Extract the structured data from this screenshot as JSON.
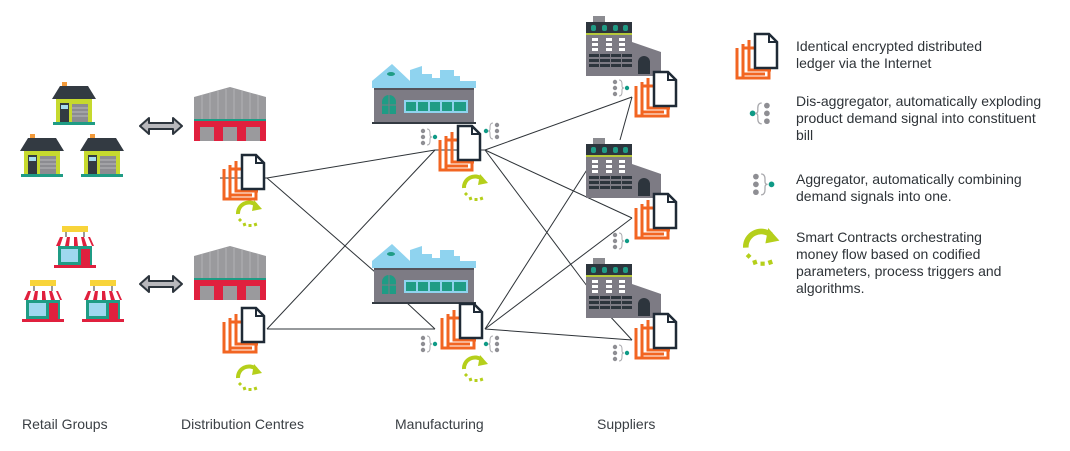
{
  "columns": [
    {
      "label": "Retail Groups"
    },
    {
      "label": "Distribution Centres"
    },
    {
      "label": "Manufacturing"
    },
    {
      "label": "Suppliers"
    }
  ],
  "legend": [
    {
      "icon": "ledger-stack-icon",
      "text": "Identical encrypted distributed ledger via the Internet"
    },
    {
      "icon": "disaggregator-icon",
      "text": "Dis-aggregator, automatically exploding product demand signal into constituent bill"
    },
    {
      "icon": "aggregator-icon",
      "text": "Aggregator, automatically combining demand signals into one."
    },
    {
      "icon": "smart-contract-icon",
      "text": "Smart Contracts orchestrating money flow based on codified parameters, process triggers and algorithms."
    }
  ],
  "nodes": {
    "retail": [
      {
        "name": "house-group",
        "icon": "house-icon",
        "count": 3
      },
      {
        "name": "shop-group",
        "icon": "shop-icon",
        "count": 3
      }
    ],
    "distribution": [
      {
        "name": "warehouse-top",
        "icon": "warehouse-icon"
      },
      {
        "name": "warehouse-bottom",
        "icon": "warehouse-icon"
      }
    ],
    "manufacturing": [
      {
        "name": "factory-top",
        "icon": "factory-icon"
      },
      {
        "name": "factory-bottom",
        "icon": "factory-icon"
      }
    ],
    "suppliers": [
      {
        "name": "supplier-top",
        "icon": "supplier-building-icon"
      },
      {
        "name": "supplier-middle",
        "icon": "supplier-building-icon"
      },
      {
        "name": "supplier-bottom",
        "icon": "supplier-building-icon"
      }
    ]
  },
  "colors": {
    "ledger_orange": "#f26522",
    "ledger_outline": "#1f2a36",
    "smart_contract_green": "#b5cf1b",
    "aggregator_teal": "#0f9a86",
    "aggregator_grey": "#8e8e93",
    "warehouse_red": "#e0203e",
    "warehouse_roof": "#9a9a9d",
    "factory_blue": "#8fd3ef",
    "factory_body": "#7d7b84",
    "building_dark": "#2d353d",
    "line": "#2e3338"
  }
}
